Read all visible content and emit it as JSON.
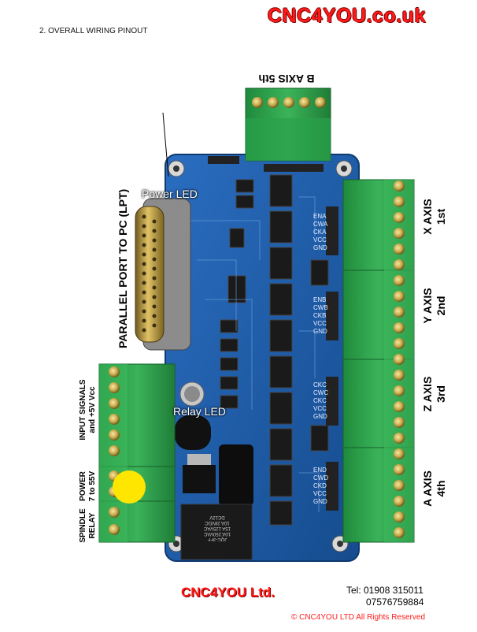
{
  "header": {
    "brand": "CNC4YOU.co.uk",
    "section_title": "2. OVERALL WIRING PINOUT"
  },
  "labels": {
    "b_axis": "B AXIS 5th",
    "parallel_port": "PARALLEL PORT TO PC (LPT)",
    "power_led": "Power LED",
    "relay_led": "Relay LED",
    "x_axis": {
      "name": "X AXIS",
      "ord": "1st"
    },
    "y_axis": {
      "name": "Y AXIS",
      "ord": "2nd"
    },
    "z_axis": {
      "name": "Z AXIS",
      "ord": "3rd"
    },
    "a_axis": {
      "name": "A AXIS",
      "ord": "4th"
    },
    "input_signals": {
      "line1": "INPUT SIGNALS",
      "line2": "and +5V Vcc"
    },
    "power": {
      "line1": "POWER",
      "line2": "7 to 55V"
    },
    "spindle": {
      "line1": "SPINDLE",
      "line2": "RELAY"
    }
  },
  "board": {
    "pin_labels_x": [
      "ENA",
      "CWA",
      "CKA",
      "VCC",
      "GND"
    ],
    "pin_labels_y": [
      "ENB",
      "CWB",
      "CKB",
      "VCC",
      "GND"
    ],
    "pin_labels_z": [
      "CKC",
      "CWC",
      "CKC",
      "VCC",
      "GND"
    ],
    "pin_labels_a": [
      "END",
      "CWD",
      "CKD",
      "VCC",
      "GND"
    ],
    "relay_text": [
      "JQC-3FF",
      "10A 250VAC",
      "15A 125VAC",
      "10A 28VDC",
      "DC12V"
    ]
  },
  "footer": {
    "brand": "CNC4YOU Ltd.",
    "tel": "Tel: 01908 315011",
    "mobile": "07576759884",
    "copyright": "© CNC4YOU LTD All Rights Reserved"
  },
  "colors": {
    "brand_red": "#ff1a1a",
    "pcb_blue": "#1f5fa8",
    "terminal_green": "#2fa34e",
    "highlight_yellow": "#ffe600"
  }
}
